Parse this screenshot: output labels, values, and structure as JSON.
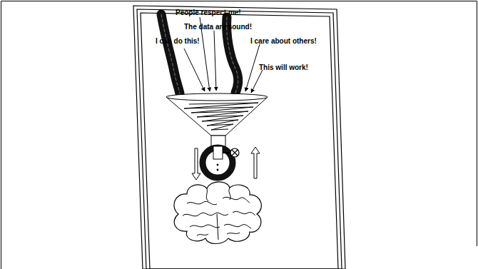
{
  "diagram": {
    "labels": [
      "People respect me!",
      "The data are sound!",
      "I can do this!",
      "I care about others!",
      "This will work!"
    ]
  }
}
